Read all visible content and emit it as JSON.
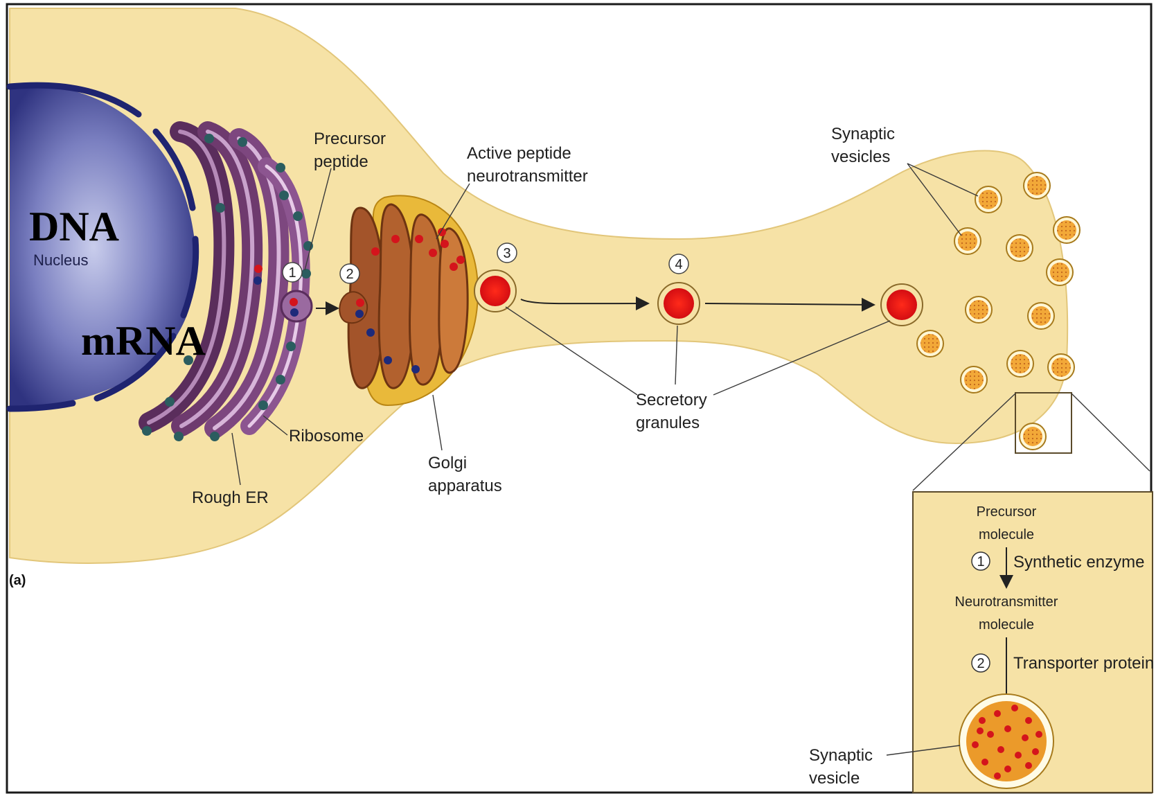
{
  "labels": {
    "dna": "DNA",
    "nucleus": "Nucleus",
    "mrna": "mRNA",
    "precursor_peptide_1": "Precursor",
    "precursor_peptide_2": "peptide",
    "active_peptide_1": "Active peptide",
    "active_peptide_2": "neurotransmitter",
    "synaptic_vesicles_1": "Synaptic",
    "synaptic_vesicles_2": "vesicles",
    "ribosome": "Ribosome",
    "rough_er": "Rough ER",
    "golgi_1": "Golgi",
    "golgi_2": "apparatus",
    "secretory_1": "Secretory",
    "secretory_2": "granules",
    "panel_letter": "(a)"
  },
  "steps": {
    "s1": "1",
    "s2": "2",
    "s3": "3",
    "s4": "4"
  },
  "inset": {
    "precursor_1": "Precursor",
    "precursor_2": "molecule",
    "step1_num": "1",
    "step1_label": "Synthetic enzyme",
    "neuro_1": "Neurotransmitter",
    "neuro_2": "molecule",
    "step2_num": "2",
    "step2_label": "Transporter protein",
    "vesicle_1": "Synaptic",
    "vesicle_2": "vesicle"
  },
  "colors": {
    "cytoplasm": "#f6e2a6",
    "nucleus": "#3c3f8c",
    "er": "#6e3a6e",
    "golgi": "#a3542a",
    "granule": "#e8141c",
    "vesicle": "#e99a2a"
  }
}
